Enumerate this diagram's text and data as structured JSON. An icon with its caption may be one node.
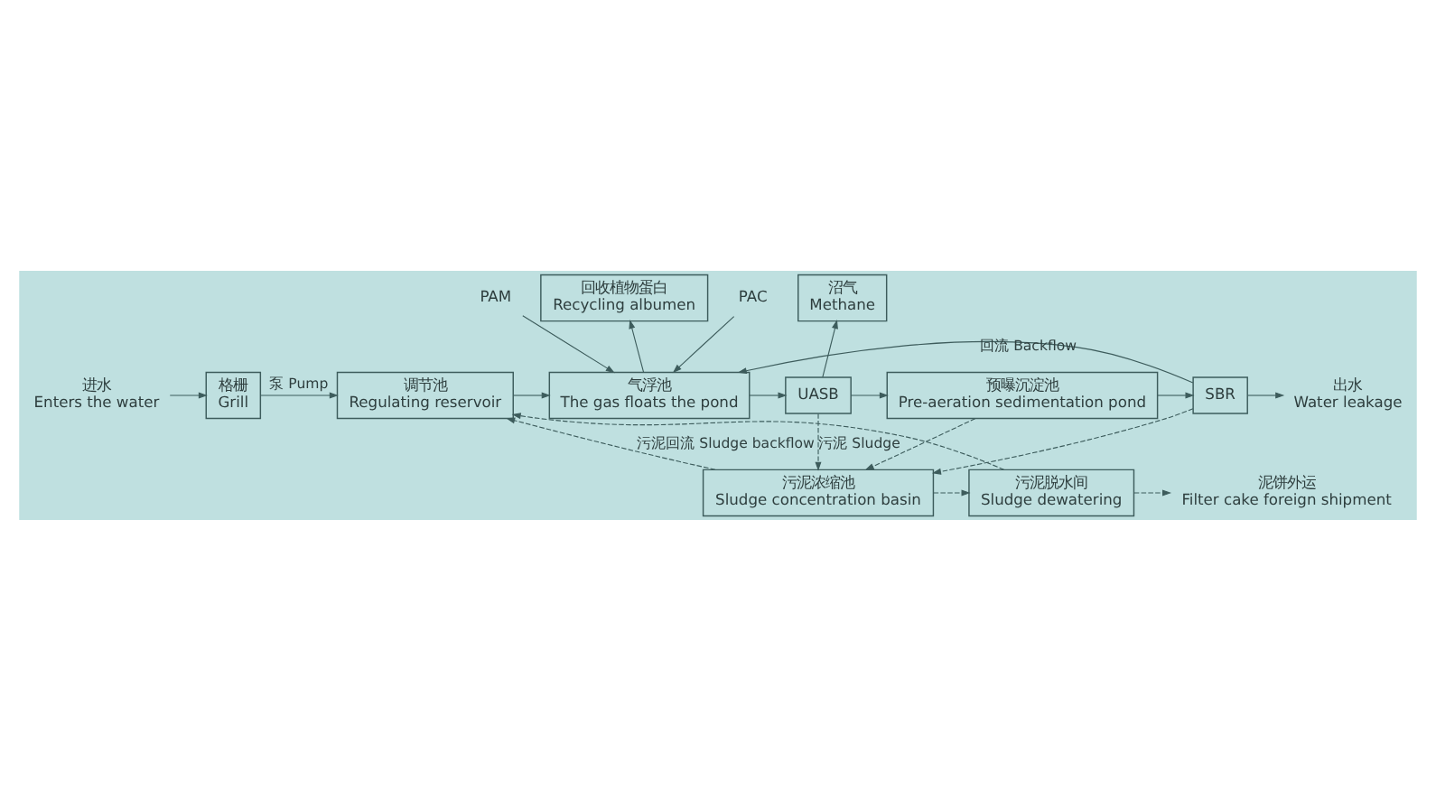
{
  "diagram": {
    "nodes": [
      {
        "text": [
          "进水",
          "Enters the water"
        ]
      },
      {
        "text": [
          "格栅",
          "Grill"
        ]
      },
      {
        "text": [
          "调节池",
          "Regulating reservoir"
        ]
      },
      {
        "text": [
          "气浮池",
          "The gas floats the pond"
        ]
      },
      {
        "text": [
          "回收植物蛋白",
          "Recycling albumen"
        ]
      },
      {
        "text": [
          "UASB"
        ]
      },
      {
        "text": [
          "沼气",
          "Methane"
        ]
      },
      {
        "text": [
          "预曝沉淀池",
          "Pre-aeration sedimentation pond"
        ]
      },
      {
        "text": [
          "SBR"
        ]
      },
      {
        "text": [
          "出水",
          "Water leakage"
        ]
      },
      {
        "text": [
          "污泥浓缩池",
          "Sludge concentration basin"
        ]
      },
      {
        "text": [
          "污泥脱水间",
          "Sludge dewatering"
        ]
      },
      {
        "text": [
          "泥饼外运",
          "Filter cake foreign shipment"
        ]
      },
      {
        "text": [
          "PAC"
        ]
      },
      {
        "text": [
          "PAM"
        ]
      }
    ],
    "edges": [
      {
        "from": 0,
        "to": 1,
        "arrow": "to"
      },
      {
        "from": 1,
        "to": 2,
        "arrow": "to",
        "label": "泵 Pump"
      },
      {
        "from": 2,
        "to": 3,
        "arrow": "to"
      },
      {
        "from": 13,
        "to": 3,
        "arrow": "to"
      },
      {
        "from": 14,
        "to": 3,
        "arrow": "to"
      },
      {
        "from": 3,
        "to": 4,
        "arrow": "to"
      },
      {
        "from": 8,
        "to": 3,
        "arrow": "to",
        "label": "回流 Backflow"
      },
      {
        "from": 3,
        "to": 5,
        "arrow": "to"
      },
      {
        "from": 5,
        "to": 6,
        "arrow": "to"
      },
      {
        "from": 5,
        "to": 7,
        "arrow": "to"
      },
      {
        "from": 7,
        "to": 8,
        "arrow": "to"
      },
      {
        "from": 8,
        "to": 9,
        "arrow": "to"
      },
      {
        "from": 5,
        "to": 10,
        "arrow": "to",
        "style": "dashed",
        "label": "污泥 Sludge"
      },
      {
        "from": 7,
        "to": 10,
        "arrow": "to",
        "style": "dashed"
      },
      {
        "from": 8,
        "to": 10,
        "arrow": "to",
        "style": "dashed"
      },
      {
        "from": 10,
        "to": 11,
        "arrow": "to",
        "style": "dashed"
      },
      {
        "from": 11,
        "to": 12,
        "arrow": "to",
        "style": "dashed"
      },
      {
        "from": 10,
        "to": 2,
        "arrow": "to",
        "style": "dashed",
        "label": "污泥回流 Sludge backflow"
      },
      {
        "from": 11,
        "to": 2,
        "arrow": "to",
        "style": "dashed"
      }
    ]
  }
}
